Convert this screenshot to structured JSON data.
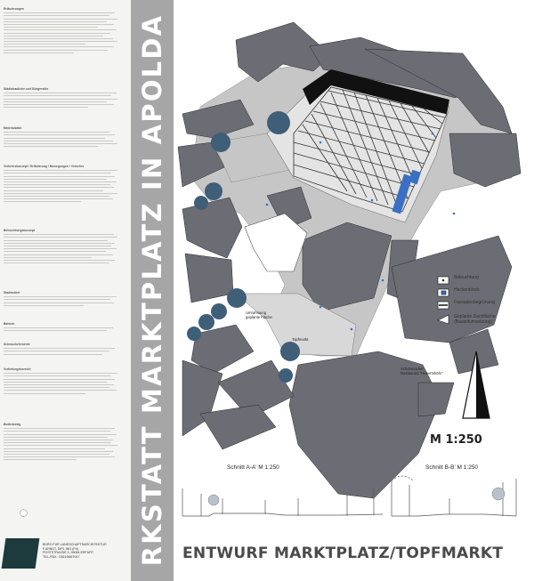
{
  "poster": {
    "vertical_title": "RKSTATT MARKTPLATZ IN APOLDA",
    "main_title": "ENTWURF MARKTPLATZ/TOPFMARKT",
    "scale": "M 1:250"
  },
  "sections": {
    "a": "Schnitt A-A'  M 1:250",
    "b": "Schnitt B-B'  M 1:250"
  },
  "legend": [
    {
      "label": "Beleuchtung",
      "icon": "lamp-symbol"
    },
    {
      "label": "Heckenblock",
      "icon": "hedge-symbol"
    },
    {
      "label": "Fassadenbegrünung",
      "icon": "facade-green-symbol"
    },
    {
      "label": "Geplante Dachfläche\n(Bauleitumsetzung)",
      "icon": "roof-symbol"
    }
  ],
  "map_labels": {
    "topfmarkt": "Topfmarkt",
    "geplante_fläche": "Umrahmung\ngeplante Fläche",
    "restaurant": "Schuhmacher\nRestaurant \"Hubertshöfe\""
  },
  "sidebar": {
    "headings": [
      "Erläuterungen",
      "Städtebauliche und Bürgerstile",
      "Materialwahl",
      "Verkehrskonzept / Erläuterung / Bewegungen / Verkehrs",
      "Beleuchtungskonzept",
      "Stadtmöbel",
      "Bahnen",
      "Schmuckelemente",
      "Vertiefungsbereich",
      "Bodenbelag"
    ],
    "footer": "BÜRO FÜR LANDSCHAFTSARCHITEKTUR\nF.ARNDT, DIPL.ING.(FH)\nPOSTSTRASSE 3, 99084 ERFURT\nTEL./FAX.: 0361/5667047"
  },
  "colors": {
    "building": "#6c6c74",
    "street": "#c6c6c6",
    "plaza": "#e4e4e4",
    "grid_line": "#333333",
    "tree": "#3f5e78",
    "water_blue": "#3a6fc4",
    "sidebar_bg": "#f4f4f2",
    "strip": "#a6a6a6",
    "title_gray": "#4a4a4a"
  }
}
